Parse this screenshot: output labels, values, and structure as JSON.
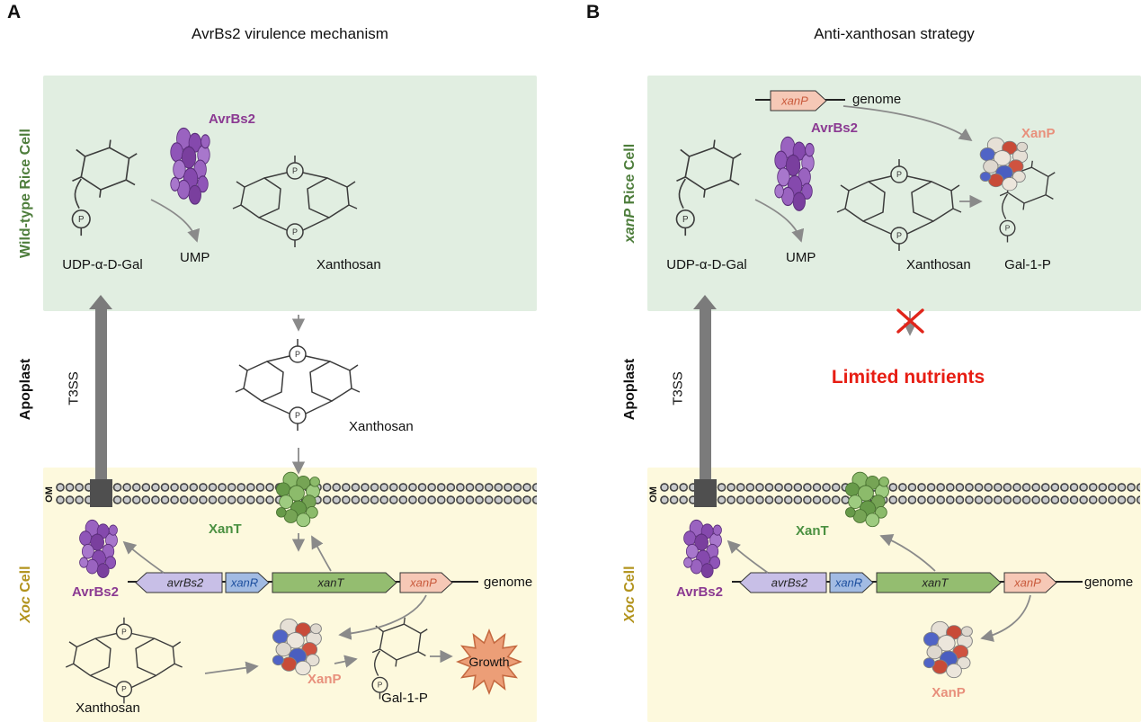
{
  "colors": {
    "rice_box": "#e1eee1",
    "xoc_box": "#fdf9dd",
    "rice_label": "#4d7d3b",
    "xoc_label": "#b2931d",
    "avrbs2_label": "#8b3a92",
    "xant_label": "#4a9040",
    "xanp_label": "#e8907c",
    "alert_red": "#e71d13",
    "gene_avrbs2": "#c8bfe7",
    "gene_xanr": "#a2bbe3",
    "gene_xant": "#94bd70",
    "gene_xanp": "#f6c8b6",
    "arrow_gray": "#8a8a8a",
    "t3ss_gray": "#7b7b7b",
    "membrane_dark": "#4f4f4f"
  },
  "panel_a": {
    "label": "A",
    "title": "AvrBs2 virulence mechanism",
    "region_rice": "Wild-type Rice Cell",
    "region_apoplast": "Apoplast",
    "region_xoc_italic": "Xoc",
    "region_xoc_rest": " Cell",
    "t3ss": "T3SS",
    "om": "OM",
    "udp_gal": "UDP-α-D-Gal",
    "ump": "UMP",
    "xanthosan_rice": "Xanthosan",
    "xanthosan_apoplast": "Xanthosan",
    "xanthosan_xoc": "Xanthosan",
    "gal1p": "Gal-1-P",
    "avrbs2_rice": "AvrBs2",
    "avrbs2_xoc": "AvrBs2",
    "xant": "XanT",
    "xanp": "XanP",
    "genes": {
      "avrbs2": "avrBs2",
      "xanr": "xanR",
      "xant": "xanT",
      "xanp": "xanP"
    },
    "genome": "genome",
    "growth": "Growth"
  },
  "panel_b": {
    "label": "B",
    "title": "Anti-xanthosan strategy",
    "region_rice_italic": "xanP",
    "region_rice_rest": " Rice Cell",
    "region_apoplast": "Apoplast",
    "region_xoc_italic": "Xoc",
    "region_xoc_rest": " Cell",
    "t3ss": "T3SS",
    "om": "OM",
    "genome_top": "genome",
    "gene_xanp_top": "xanP",
    "xanp_rice": "XanP",
    "udp_gal": "UDP-α-D-Gal",
    "ump": "UMP",
    "xanthosan": "Xanthosan",
    "gal1p": "Gal-1-P",
    "limited_nutrients": "Limited nutrients",
    "avrbs2_rice": "AvrBs2",
    "avrbs2_xoc": "AvrBs2",
    "xant": "XanT",
    "xanp_xoc": "XanP",
    "genes": {
      "avrbs2": "avrBs2",
      "xanr": "xanR",
      "xant": "xanT",
      "xanp": "xanP"
    },
    "genome": "genome"
  },
  "chem": {
    "p": "P"
  }
}
